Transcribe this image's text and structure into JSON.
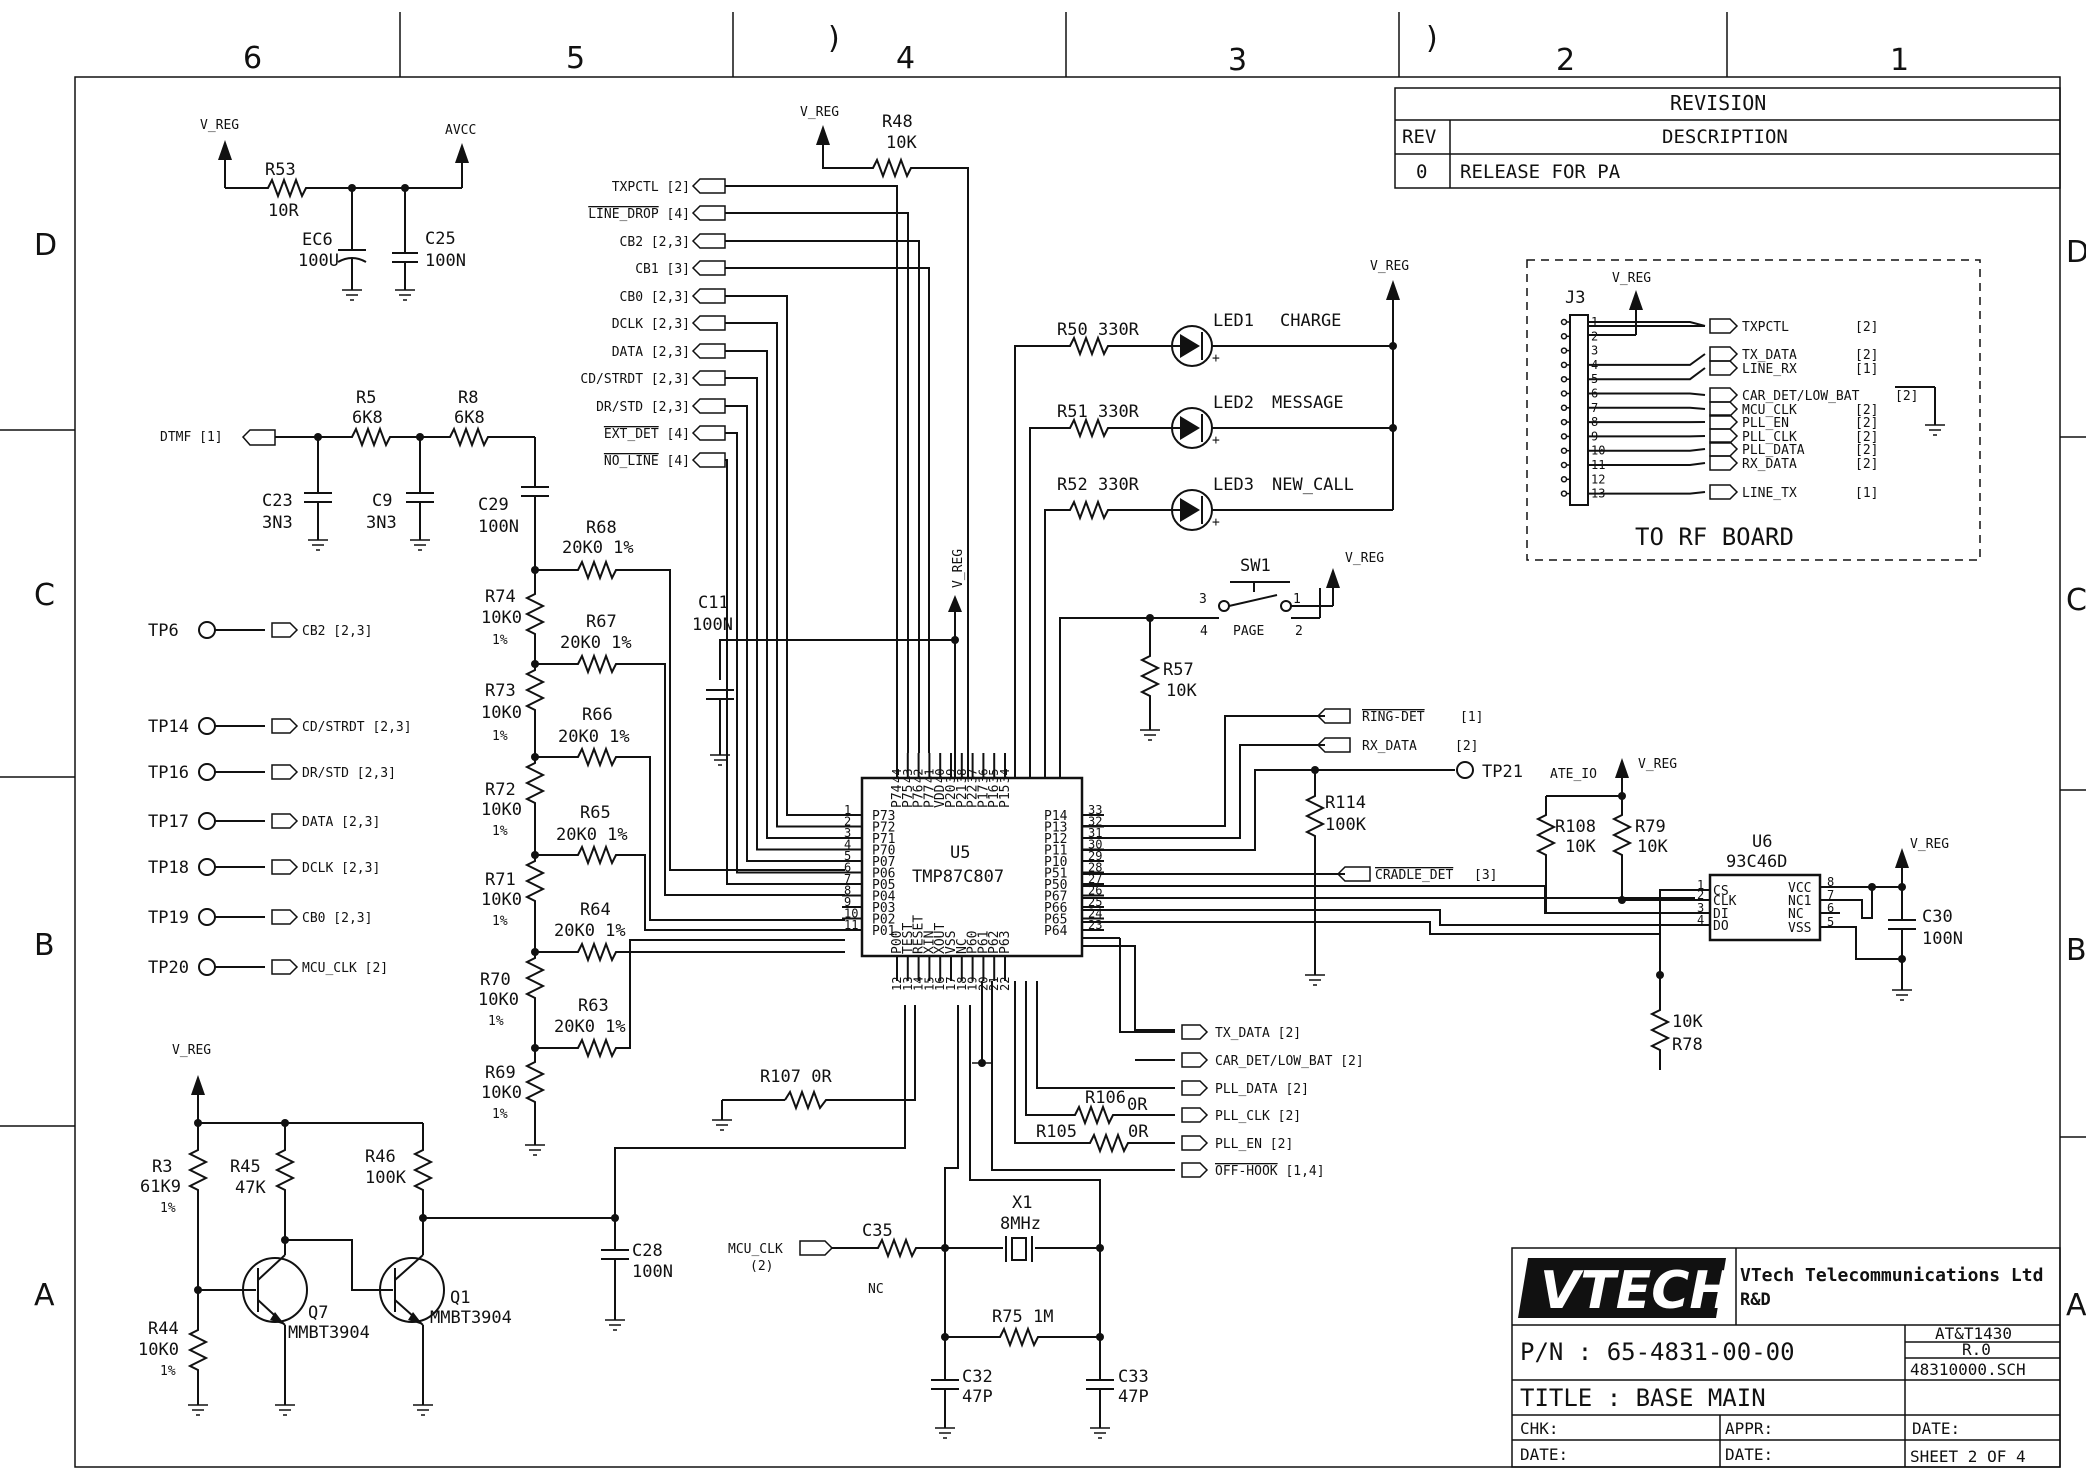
{
  "frame": {
    "columns": [
      "6",
      "5",
      "4",
      "3",
      "2",
      "1"
    ],
    "rows_left": [
      "D",
      "C",
      "B",
      "A"
    ],
    "rows_right": [
      "D",
      "C",
      "B",
      "A"
    ],
    "corner_marks": [
      ")",
      ")"
    ]
  },
  "revision_table": {
    "title": "REVISION",
    "rev_header": "REV",
    "desc_header": "DESCRIPTION",
    "rows": [
      {
        "rev": "0",
        "desc": "RELEASE FOR PA"
      }
    ]
  },
  "power": {
    "v_reg": "V_REG",
    "avcc": "AVCC"
  },
  "components": {
    "R53": {
      "ref": "R53",
      "val": "10R"
    },
    "EC6": {
      "ref": "EC6",
      "val": "100U"
    },
    "C25": {
      "ref": "C25",
      "val": "100N"
    },
    "R5": {
      "ref": "R5",
      "val": "6K8"
    },
    "R8": {
      "ref": "R8",
      "val": "6K8"
    },
    "C23": {
      "ref": "C23",
      "val": "3N3"
    },
    "C9": {
      "ref": "C9",
      "val": "3N3"
    },
    "C29": {
      "ref": "C29",
      "val": "100N"
    },
    "R68": {
      "ref": "R68",
      "val": "20K0 1%"
    },
    "R67": {
      "ref": "R67",
      "val": "20K0 1%"
    },
    "R66": {
      "ref": "R66",
      "val": "20K0 1%"
    },
    "R65": {
      "ref": "R65",
      "val": "20K0 1%"
    },
    "R64": {
      "ref": "R64",
      "val": "20K0 1%"
    },
    "R63": {
      "ref": "R63",
      "val": "20K0 1%"
    },
    "R74": {
      "ref": "R74",
      "val": "10K0",
      "tol": "1%"
    },
    "R73": {
      "ref": "R73",
      "val": "10K0",
      "tol": "1%"
    },
    "R72": {
      "ref": "R72",
      "val": "10K0",
      "tol": "1%"
    },
    "R71": {
      "ref": "R71",
      "val": "10K0",
      "tol": "1%"
    },
    "R70": {
      "ref": "R70",
      "val": "10K0",
      "tol": "1%"
    },
    "R69": {
      "ref": "R69",
      "val": "10K0",
      "tol": "1%"
    },
    "R48": {
      "ref": "R48",
      "val": "10K"
    },
    "C11": {
      "ref": "C11",
      "val": "100N"
    },
    "R50": {
      "ref": "R50",
      "val": "330R"
    },
    "R51": {
      "ref": "R51",
      "val": "330R"
    },
    "R52": {
      "ref": "R52",
      "val": "330R"
    },
    "LED1": {
      "ref": "LED1",
      "name": "CHARGE"
    },
    "LED2": {
      "ref": "LED2",
      "name": "MESSAGE"
    },
    "LED3": {
      "ref": "LED3",
      "name": "NEW_CALL"
    },
    "SW1": {
      "ref": "SW1",
      "name": "PAGE",
      "p1": "1",
      "p2": "2",
      "p3": "3",
      "p4": "4"
    },
    "R57": {
      "ref": "R57",
      "val": "10K"
    },
    "R114": {
      "ref": "R114",
      "val": "100K"
    },
    "R108": {
      "ref": "R108",
      "val": "10K"
    },
    "R79": {
      "ref": "R79",
      "val": "10K"
    },
    "R78": {
      "ref": "R78",
      "val": "10K"
    },
    "C30": {
      "ref": "C30",
      "val": "100N"
    },
    "U6": {
      "ref": "U6",
      "part": "93C46D"
    },
    "U5": {
      "ref": "U5",
      "part": "TMP87C807"
    },
    "R107": {
      "ref": "R107",
      "val": "0R"
    },
    "R106": {
      "ref": "R106",
      "val": "0R"
    },
    "R105": {
      "ref": "R105",
      "val": "0R"
    },
    "X1": {
      "ref": "X1",
      "val": "8MHz"
    },
    "C35": {
      "ref": "C35",
      "val": "NC"
    },
    "R75": {
      "ref": "R75",
      "val": "1M"
    },
    "C32": {
      "ref": "C32",
      "val": "47P"
    },
    "C33": {
      "ref": "C33",
      "val": "47P"
    },
    "C28": {
      "ref": "C28",
      "val": "100N"
    },
    "R3": {
      "ref": "R3",
      "val": "61K9",
      "tol": "1%"
    },
    "R45": {
      "ref": "R45",
      "val": "47K"
    },
    "R46": {
      "ref": "R46",
      "val": "100K"
    },
    "R44": {
      "ref": "R44",
      "val": "10K0",
      "tol": "1%"
    },
    "Q7": {
      "ref": "Q7",
      "part": "MMBT3904"
    },
    "Q1": {
      "ref": "Q1",
      "part": "MMBT3904"
    }
  },
  "u6_pins": {
    "left": [
      {
        "n": "1",
        "name": "CS"
      },
      {
        "n": "2",
        "name": "CLK"
      },
      {
        "n": "3",
        "name": "DI"
      },
      {
        "n": "4",
        "name": "DO"
      }
    ],
    "right": [
      {
        "n": "8",
        "name": "VCC"
      },
      {
        "n": "7",
        "name": "NC1"
      },
      {
        "n": "6",
        "name": "NC"
      },
      {
        "n": "5",
        "name": "VSS"
      }
    ]
  },
  "u5_pins": {
    "top": [
      {
        "n": "44",
        "name": "P74"
      },
      {
        "n": "43",
        "name": "P75"
      },
      {
        "n": "42",
        "name": "P76"
      },
      {
        "n": "41",
        "name": "P77"
      },
      {
        "n": "40",
        "name": "VDD"
      },
      {
        "n": "39",
        "name": "P20"
      },
      {
        "n": "38",
        "name": "P21"
      },
      {
        "n": "37",
        "name": "P22"
      },
      {
        "n": "36",
        "name": "P17"
      },
      {
        "n": "35",
        "name": "P16"
      },
      {
        "n": "34",
        "name": "P15"
      }
    ],
    "left": [
      {
        "n": "1",
        "name": "P73"
      },
      {
        "n": "2",
        "name": "P72"
      },
      {
        "n": "3",
        "name": "P71"
      },
      {
        "n": "4",
        "name": "P70"
      },
      {
        "n": "5",
        "name": "P07"
      },
      {
        "n": "6",
        "name": "P06"
      },
      {
        "n": "7",
        "name": "P05"
      },
      {
        "n": "8",
        "name": "P04"
      },
      {
        "n": "9",
        "name": "P03"
      },
      {
        "n": "10",
        "name": "P02"
      },
      {
        "n": "11",
        "name": "P01"
      }
    ],
    "right": [
      {
        "n": "33",
        "name": "P14"
      },
      {
        "n": "32",
        "name": "P13"
      },
      {
        "n": "31",
        "name": "P12"
      },
      {
        "n": "30",
        "name": "P11"
      },
      {
        "n": "29",
        "name": "P10"
      },
      {
        "n": "28",
        "name": "P51"
      },
      {
        "n": "27",
        "name": "P50"
      },
      {
        "n": "26",
        "name": "P67"
      },
      {
        "n": "25",
        "name": "P66"
      },
      {
        "n": "24",
        "name": "P65"
      },
      {
        "n": "23",
        "name": "P64"
      }
    ],
    "bottom": [
      {
        "n": "12",
        "name": "P00"
      },
      {
        "n": "13",
        "name": "TEST"
      },
      {
        "n": "14",
        "name": "RESET"
      },
      {
        "n": "15",
        "name": "XIN"
      },
      {
        "n": "16",
        "name": "XOUT"
      },
      {
        "n": "17",
        "name": "VSS"
      },
      {
        "n": "18",
        "name": "NC"
      },
      {
        "n": "19",
        "name": "P60"
      },
      {
        "n": "20",
        "name": "P61"
      },
      {
        "n": "21",
        "name": "P62"
      },
      {
        "n": "22",
        "name": "P63"
      }
    ]
  },
  "nets_left_ports": [
    {
      "name": "TXPCTL",
      "sheets": "[2]"
    },
    {
      "name": "LINE_DROP",
      "sheets": "[4]"
    },
    {
      "name": "CB2",
      "sheets": "[2,3]"
    },
    {
      "name": "CB1",
      "sheets": "[3]"
    },
    {
      "name": "CB0",
      "sheets": "[2,3]"
    },
    {
      "name": "DCLK",
      "sheets": "[2,3]"
    },
    {
      "name": "DATA",
      "sheets": "[2,3]"
    },
    {
      "name": "CD/STRDT",
      "sheets": "[2,3]"
    },
    {
      "name": "DR/STD",
      "sheets": "[2,3]"
    },
    {
      "name": "EXT_DET",
      "sheets": "[4]"
    },
    {
      "name": "NO_LINE",
      "sheets": "[4]"
    }
  ],
  "dtmf": {
    "name": "DTMF",
    "sheets": "[1]"
  },
  "test_points": [
    {
      "tp": "TP6",
      "net": "CB2 [2,3]"
    },
    {
      "tp": "TP14",
      "net": "CD/STRDT [2,3]"
    },
    {
      "tp": "TP16",
      "net": "DR/STD [2,3]"
    },
    {
      "tp": "TP17",
      "net": "DATA [2,3]"
    },
    {
      "tp": "TP18",
      "net": "DCLK [2,3]"
    },
    {
      "tp": "TP19",
      "net": "CB0 [2,3]"
    },
    {
      "tp": "TP20",
      "net": "MCU_CLK [2]"
    }
  ],
  "right_nets": {
    "ring_det": {
      "name": "RING-DET",
      "sheets": "[1]"
    },
    "rx_data": {
      "name": "RX_DATA",
      "sheets": "[2]"
    },
    "tp21": "TP21",
    "ate_io": "ATE_IO",
    "cradle_det": {
      "name": "CRADLE_DET",
      "sheets": "[3]"
    }
  },
  "bottom_nets": [
    {
      "name": "TX_DATA",
      "sheets": "[2]"
    },
    {
      "name": "CAR_DET/LOW_BAT",
      "sheets": "[2]"
    },
    {
      "name": "PLL_DATA",
      "sheets": "[2]"
    },
    {
      "name": "PLL_CLK",
      "sheets": "[2]"
    },
    {
      "name": "PLL_EN",
      "sheets": "[2]"
    },
    {
      "name": "OFF-HOOK",
      "sheets": "[1,4]"
    }
  ],
  "mcu_clk_port": {
    "name": "MCU_CLK",
    "sheets": "(2)"
  },
  "rf_connector": {
    "ref": "J3",
    "title": "TO RF BOARD",
    "pin_numbers": [
      "1",
      "2",
      "3",
      "4",
      "5",
      "6",
      "7",
      "8",
      "9",
      "10",
      "11",
      "12",
      "13"
    ],
    "signals": [
      {
        "name": "TXPCTL",
        "sheets": "[2]"
      },
      {
        "name": "TX_DATA",
        "sheets": "[2]"
      },
      {
        "name": "LINE_RX",
        "sheets": "[1]"
      },
      {
        "name": "CAR_DET/LOW_BAT",
        "sheets": "[2]"
      },
      {
        "name": "MCU_CLK",
        "sheets": "[2]"
      },
      {
        "name": "PLL_EN",
        "sheets": "[2]"
      },
      {
        "name": "PLL_CLK",
        "sheets": "[2]"
      },
      {
        "name": "PLL_DATA",
        "sheets": "[2]"
      },
      {
        "name": "RX_DATA",
        "sheets": "[2]"
      },
      {
        "name": "LINE_TX",
        "sheets": "[1]"
      }
    ]
  },
  "title_block": {
    "logo": "VTECH",
    "company": "VTech Telecommunications Ltd",
    "dept": "R&D",
    "pn": "P/N : 65-4831-00-00",
    "title": "TITLE : BASE MAIN",
    "model": "AT&T1430",
    "rev": "R.0",
    "file": "48310000.SCH",
    "chk": "CHK:",
    "appr": "APPR:",
    "date1": "DATE:",
    "date_l": "DATE:",
    "date_m": "DATE:",
    "sheet": "SHEET 2 OF 4"
  }
}
